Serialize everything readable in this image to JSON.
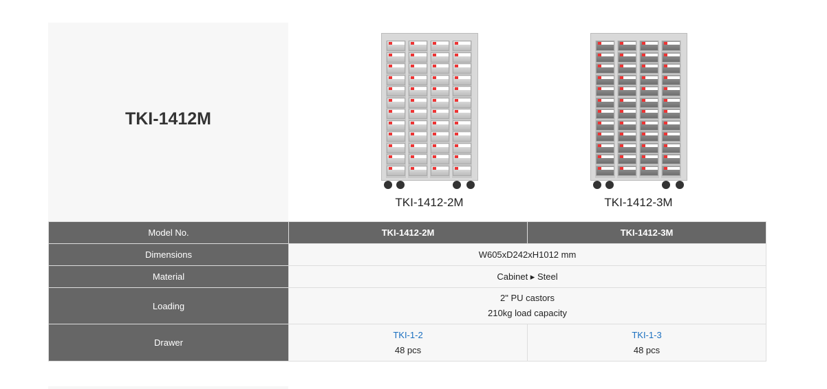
{
  "series_title": "TKI-1412M",
  "products": [
    {
      "caption": "TKI-1412-2M",
      "drawer_style": "clear"
    },
    {
      "caption": "TKI-1412-3M",
      "drawer_style": "gray"
    }
  ],
  "table": {
    "header": {
      "label": "Model No.",
      "col1": "TKI-1412-2M",
      "col2": "TKI-1412-3M"
    },
    "dimensions": {
      "label": "Dimensions",
      "value": "W605xD242xH1012 mm"
    },
    "material": {
      "label": "Material",
      "value": "Cabinet ▸ Steel"
    },
    "loading": {
      "label": "Loading",
      "line1": "2\" PU castors",
      "line2": "210kg load capacity"
    },
    "drawer": {
      "label": "Drawer",
      "col1_link": "TKI-1-2",
      "col1_qty": "48 pcs",
      "col2_link": "TKI-1-3",
      "col2_qty": "48 pcs"
    }
  },
  "colors": {
    "header_bg": "#666666",
    "link": "#1a6fc0",
    "label_red": "#e33333"
  }
}
